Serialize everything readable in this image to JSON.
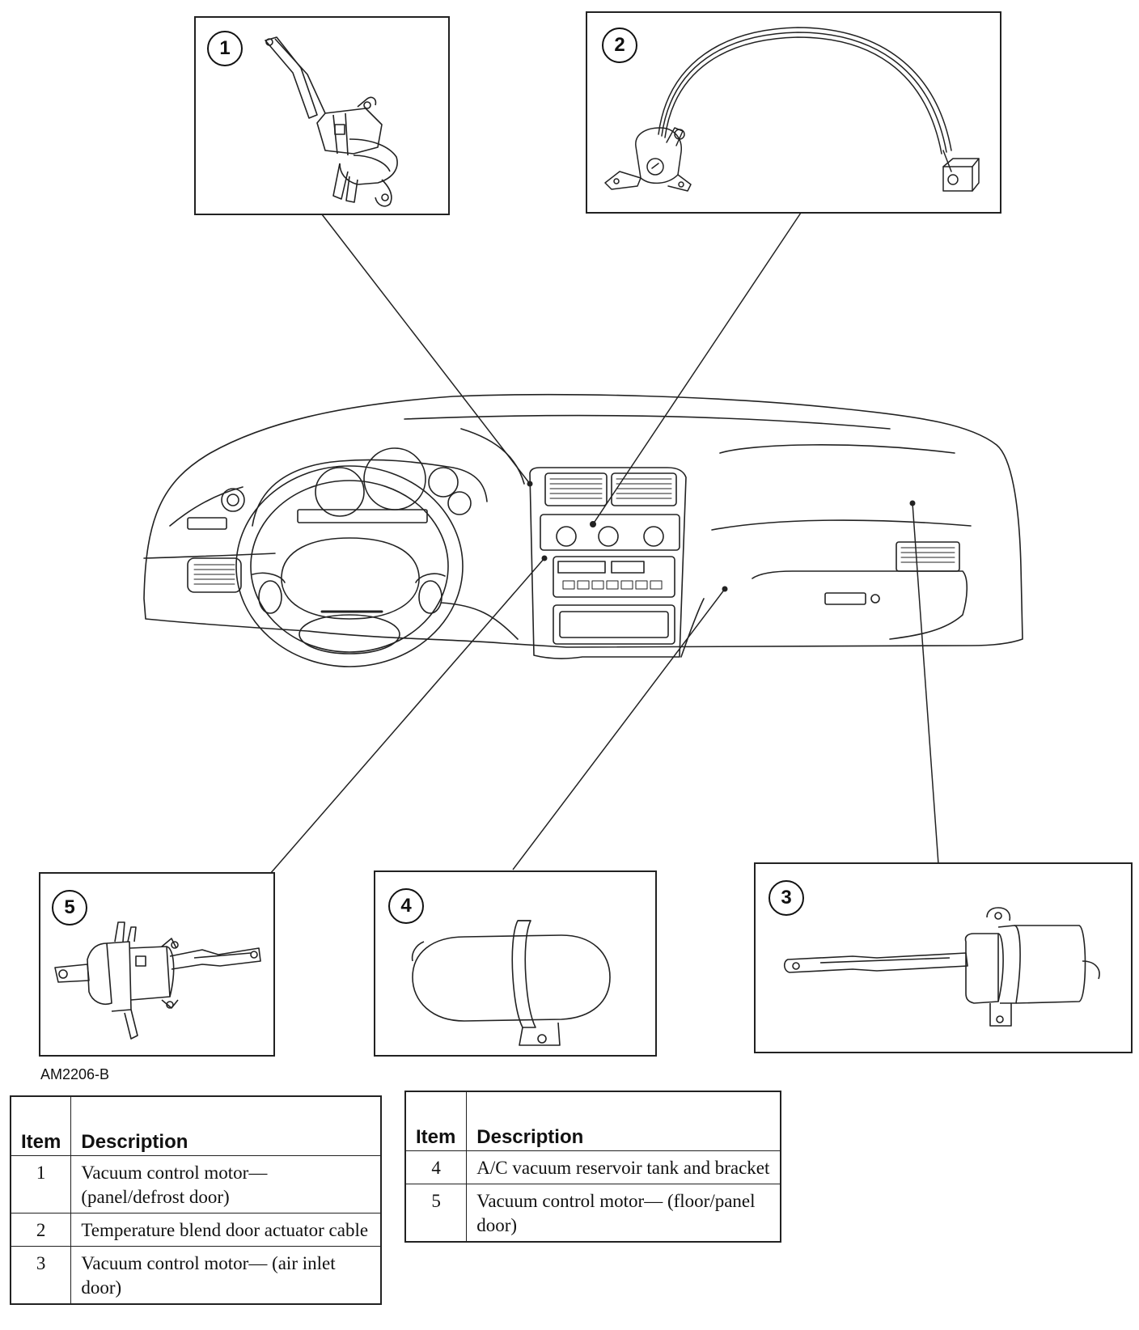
{
  "figure_code": "AM2206-B",
  "callouts": {
    "p1": "1",
    "p2": "2",
    "p3": "3",
    "p4": "4",
    "p5": "5"
  },
  "legend_left": {
    "col_item": "Item",
    "col_desc": "Description",
    "rows": [
      {
        "item": "1",
        "desc": "Vacuum control motor— (panel/defrost door)"
      },
      {
        "item": "2",
        "desc": "Temperature blend door actuator cable"
      },
      {
        "item": "3",
        "desc": "Vacuum control motor— (air inlet door)"
      }
    ]
  },
  "legend_right": {
    "col_item": "Item",
    "col_desc": "Description",
    "rows": [
      {
        "item": "4",
        "desc": "A/C vacuum reservoir tank and bracket"
      },
      {
        "item": "5",
        "desc": "Vacuum control motor— (floor/panel door)"
      }
    ]
  }
}
